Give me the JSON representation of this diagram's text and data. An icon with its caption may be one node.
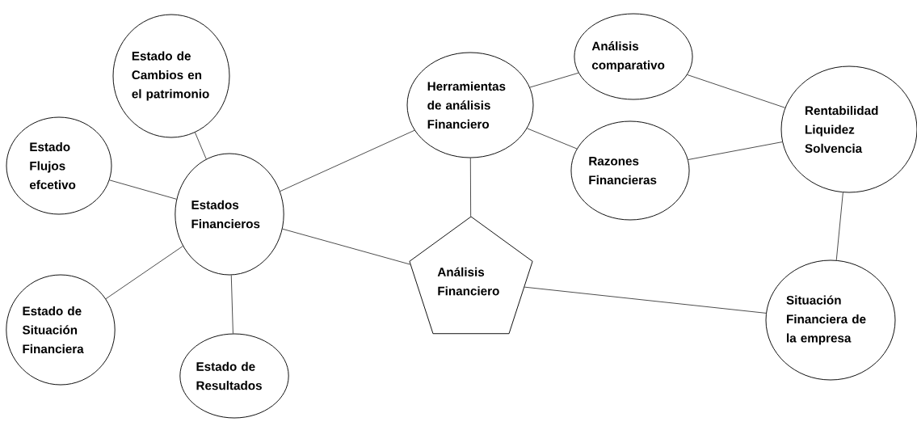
{
  "diagram": {
    "nodes": [
      {
        "text": [
          "Estado de Cambios en el patrimonio"
        ]
      },
      {
        "text": [
          "Estado Flujos efcetivo"
        ]
      },
      {
        "text": [
          "Estados Financieros"
        ]
      },
      {
        "text": [
          "Herramientas de análisis Financiero"
        ]
      },
      {
        "text": [
          "Análisis comparativo"
        ]
      },
      {
        "text": [
          "Razones Financieras"
        ]
      },
      {
        "text": [
          "Rentabilidad Liquidez Solvencia"
        ]
      },
      {
        "text": [
          "Análisis Financiero"
        ]
      },
      {
        "text": [
          "Estado de Situación Financiera"
        ]
      },
      {
        "text": [
          "Estado de Resultados"
        ]
      },
      {
        "text": [
          "Situación Financiera de la empresa"
        ]
      }
    ],
    "edges": [
      {
        "from": 0,
        "to": 2,
        "arrow": "none"
      },
      {
        "from": 1,
        "to": 2,
        "arrow": "none"
      },
      {
        "from": 2,
        "to": 3,
        "arrow": "none"
      },
      {
        "from": 2,
        "to": 7,
        "arrow": "none"
      },
      {
        "from": 2,
        "to": 8,
        "arrow": "none"
      },
      {
        "from": 2,
        "to": 9,
        "arrow": "none"
      },
      {
        "from": 3,
        "to": 4,
        "arrow": "none"
      },
      {
        "from": 3,
        "to": 5,
        "arrow": "none"
      },
      {
        "from": 3,
        "to": 7,
        "arrow": "none"
      },
      {
        "from": 4,
        "to": 6,
        "arrow": "none"
      },
      {
        "from": 5,
        "to": 6,
        "arrow": "none"
      },
      {
        "from": 7,
        "to": 10,
        "arrow": "none"
      },
      {
        "from": 6,
        "to": 10,
        "arrow": "none"
      }
    ]
  }
}
